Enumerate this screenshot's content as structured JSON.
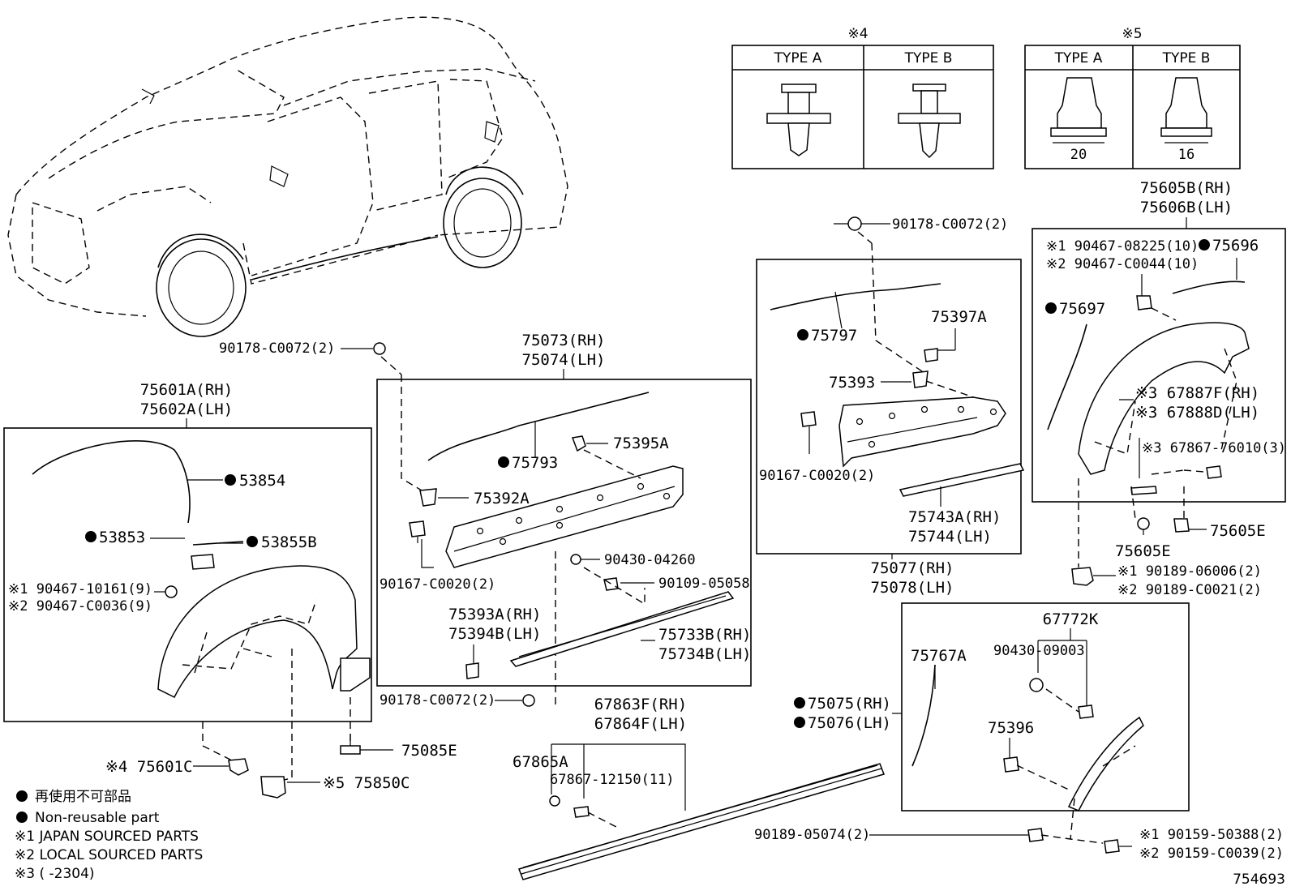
{
  "clip_tables": [
    {
      "mark": "※4",
      "type_a": "TYPE A",
      "type_b": "TYPE B"
    },
    {
      "mark": "※5",
      "type_a": "TYPE A",
      "type_b": "TYPE B",
      "dim_a": "20",
      "dim_b": "16"
    }
  ],
  "labels": {
    "l_90178_top": "90178-C0072(2)",
    "l_90178_left": "90178-C0072(2)",
    "l_90178_bottom": "90178-C0072(2)",
    "l_75073": "75073(RH)",
    "l_75074": "75074(LH)",
    "l_75601a": "75601A(RH)",
    "l_75602a": "75602A(LH)",
    "l_53854": "53854",
    "l_53853": "53853",
    "l_53855b": "53855B",
    "l_90467_10161": "※1 90467-10161(9)",
    "l_90467_c0036": "※2 90467-C0036(9)",
    "l_75601c": "※4 75601C",
    "l_75850c": "※5 75850C",
    "l_75085e": "75085E",
    "l_75793": "75793",
    "l_75395a": "75395A",
    "l_75392a": "75392A",
    "l_90167_mid": "90167-C0020(2)",
    "l_90430_04260": "90430-04260",
    "l_90109_05058": "90109-05058",
    "l_75393a": "75393A(RH)",
    "l_75394b": "75394B(LH)",
    "l_75733b": "75733B(RH)",
    "l_75734b": "75734B(LH)",
    "l_75797": "75797",
    "l_75397a": "75397A",
    "l_75393": "75393",
    "l_90167_right": "90167-C0020(2)",
    "l_75743a": "75743A(RH)",
    "l_75744": "75744(LH)",
    "l_75077": "75077(RH)",
    "l_75078": "75078(LH)",
    "l_75605b": "75605B(RH)",
    "l_75606b": "75606B(LH)",
    "l_90467_08225": "※1 90467-08225(10)",
    "l_90467_c0044": "※2 90467-C0044(10)",
    "l_75696": "75696",
    "l_75697": "75697",
    "l_67887f": "※3 67887F(RH)",
    "l_67888d": "※3 67888D(LH)",
    "l_67867_76010": "※3 67867-76010(3)",
    "l_75605e_a": "75605E",
    "l_75605e_b": "75605E",
    "l_90189_06006": "※1 90189-06006(2)",
    "l_90189_c0021": "※2 90189-C0021(2)",
    "l_67772k": "67772K",
    "l_90430_09003": "90430-09003",
    "l_75767a": "75767A",
    "l_75075": "75075(RH)",
    "l_75076": "75076(LH)",
    "l_75396": "75396",
    "l_90189_05074": "90189-05074(2)",
    "l_90159_50388": "※1 90159-50388(2)",
    "l_90159_c0039": "※2 90159-C0039(2)",
    "l_67863f": "67863F(RH)",
    "l_67864f": "67864F(LH)",
    "l_67865a": "67865A",
    "l_67867_12150": "67867-12150(11)"
  },
  "legend": {
    "jp": "再使用不可部品",
    "en": "Non-reusable part",
    "note1": "※1 JAPAN SOURCED PARTS",
    "note2": "※2 LOCAL SOURCED PARTS",
    "note3": "※3 (      -2304)"
  },
  "drawing_number": "754693"
}
